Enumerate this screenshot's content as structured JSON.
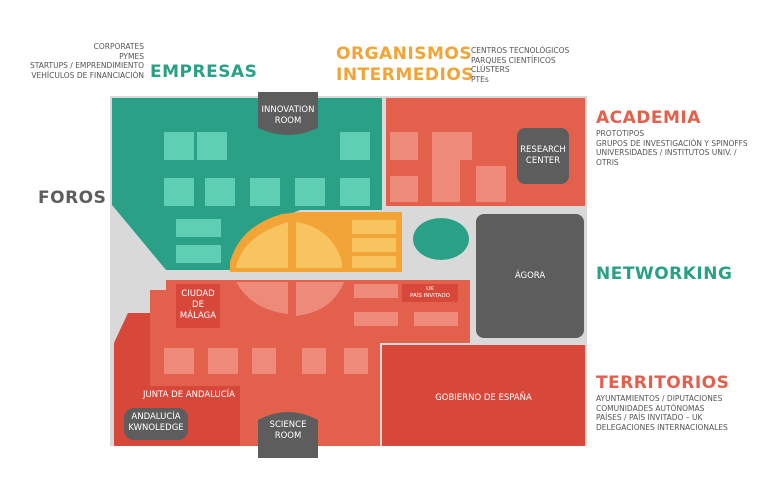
{
  "colors": {
    "teal": "#2aa187",
    "teal_light": "#5fcfb3",
    "orange": "#f2a536",
    "orange_light": "#f7c45f",
    "red": "#e2604c",
    "red_light": "#ee8a79",
    "red_dark": "#d7473a",
    "gray": "#5d5d5d",
    "floor": "#d9d9d9"
  },
  "categories": {
    "empresas": {
      "title": "EMPRESAS",
      "items": [
        "CORPORATES",
        "PYMES",
        "STARTUPS / EMPRENDIMIENTO",
        "VEHÍCULOS DE FINANCIACIÓN"
      ]
    },
    "organismos": {
      "title_line1": "ORGANISMOS",
      "title_line2": "INTERMEDIOS",
      "items": [
        "CENTROS TECNOLÓGICOS",
        "PARQUES CIENTÍFICOS",
        "CLÚSTERS",
        "PTEs"
      ]
    },
    "academia": {
      "title": "ACADEMIA",
      "items": [
        "PROTOTIPOS",
        "GRUPOS DE INVESTIGACIÓN Y SPINOFFS",
        "UNIVERSIDADES / INSTITUTOS UNIV. /",
        "OTRIS"
      ]
    },
    "foros": {
      "title": "FOROS"
    },
    "networking": {
      "title": "NETWORKING"
    },
    "territorios": {
      "title": "TERRITORIOS",
      "items": [
        "AYUNTAMIENTOS / DIPUTACIONES",
        "COMUNIDADES AUTÓNOMAS",
        "PAÍSES / PAÍS INVITADO – UK",
        "DELEGACIONES INTERNACIONALES"
      ]
    }
  },
  "rooms": {
    "innovation": "INNOVATION\nROOM",
    "research": "RESEARCH\nCENTER",
    "agora": "ÁGORA",
    "ciudad": "CIUDAD\nDE\nMÁLAGA",
    "uk": "UK\nPAÍS INVITADO",
    "junta": "JUNTA DE ANDALUCÍA",
    "andalucia": "ANDALUCÍA\nKWNOLEDGE",
    "science": "SCIENCE\nROOM",
    "gobierno": "GOBIERNO DE ESPAÑA"
  }
}
